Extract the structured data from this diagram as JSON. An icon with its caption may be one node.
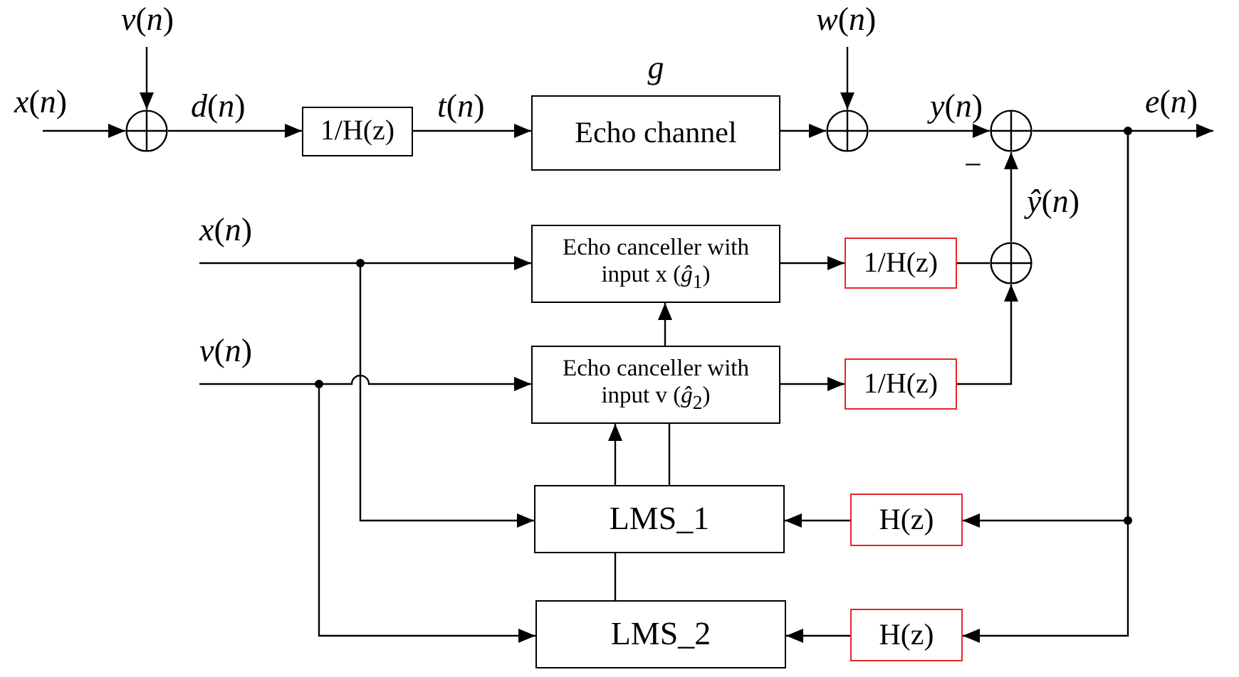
{
  "diagram": {
    "nodes": [
      {
        "text": [
          "*v*(*n*)"
        ]
      },
      {
        "text": [
          "*w*(*n*)"
        ]
      },
      {
        "text": [
          "*x*(*n*)"
        ]
      },
      {
        "text": [],
        "shape": "circle"
      },
      {
        "text": [
          "1/H(z)"
        ]
      },
      {
        "text": [
          "Echo channel"
        ],
        "beside": [
          "*g*"
        ]
      },
      {
        "text": [],
        "shape": "circle"
      },
      {
        "text": [],
        "shape": "circle"
      },
      {
        "text": [
          "*e*(*n*)"
        ]
      },
      {
        "text": [
          "*x*(*n*)"
        ]
      },
      {
        "text": [
          "Echo canceller with input x (*ĝ*$_{1}$)"
        ]
      },
      {
        "text": [
          "1/H(z)"
        ]
      },
      {
        "text": [],
        "shape": "circle"
      },
      {
        "text": [
          "*v*(*n*)"
        ]
      },
      {
        "text": [
          "Echo canceller with input v (*ĝ*$_{2}$)"
        ]
      },
      {
        "text": [
          "1/H(z)"
        ]
      },
      {
        "text": [
          "LMS_1"
        ]
      },
      {
        "text": [
          "H(z)"
        ]
      },
      {
        "text": [
          "LMS_2"
        ]
      },
      {
        "text": [
          "H(z)"
        ]
      }
    ],
    "edges": [
      {
        "from": 2,
        "to": 3,
        "arrow": "to"
      },
      {
        "from": 0,
        "to": 3,
        "arrow": "to"
      },
      {
        "from": 3,
        "to": 4,
        "arrow": "to",
        "label": "*d*(*n*)"
      },
      {
        "from": 4,
        "to": 5,
        "arrow": "to",
        "label": "*t*(*n*)"
      },
      {
        "from": 5,
        "to": 6,
        "arrow": "to"
      },
      {
        "from": 1,
        "to": 6,
        "arrow": "to"
      },
      {
        "from": 6,
        "to": 7,
        "arrow": "to",
        "label": "*y*(*n*)"
      },
      {
        "from": 7,
        "to": 8,
        "arrow": "to"
      },
      {
        "from": 12,
        "to": 7,
        "arrow": "to",
        "label": "*ŷ*(*n*)"
      },
      {
        "from": 11,
        "to": 12,
        "arrow": "none"
      },
      {
        "from": 15,
        "to": 12,
        "arrow": "to"
      },
      {
        "from": 10,
        "to": 11,
        "arrow": "to"
      },
      {
        "from": 14,
        "to": 15,
        "arrow": "to"
      },
      {
        "from": 9,
        "to": 10,
        "arrow": "to"
      },
      {
        "from": 13,
        "to": 14,
        "arrow": "to"
      },
      {
        "from": 14,
        "to": 10,
        "arrow": "to"
      },
      {
        "from": 9,
        "to": 16,
        "arrow": "to"
      },
      {
        "from": 13,
        "to": 18,
        "arrow": "to"
      },
      {
        "from": 16,
        "to": 14,
        "arrow": "to"
      },
      {
        "from": 14,
        "to": 16,
        "arrow": "none"
      },
      {
        "from": 16,
        "to": 18,
        "arrow": "none"
      },
      {
        "from": 8,
        "to": 17,
        "arrow": "to"
      },
      {
        "from": 8,
        "to": 19,
        "arrow": "to"
      },
      {
        "from": 17,
        "to": 16,
        "arrow": "to"
      },
      {
        "from": 19,
        "to": 18,
        "arrow": "to"
      }
    ],
    "labels": [
      "−"
    ]
  }
}
